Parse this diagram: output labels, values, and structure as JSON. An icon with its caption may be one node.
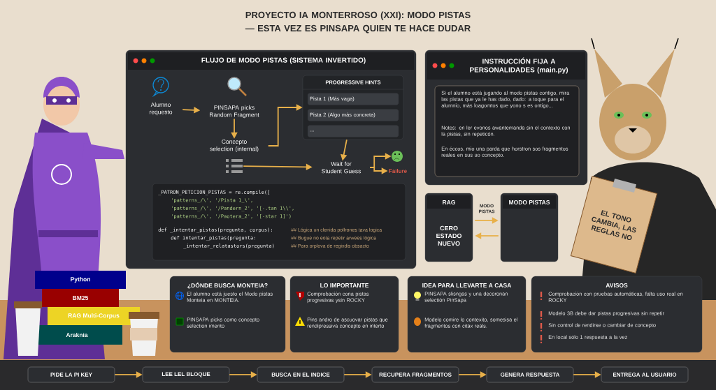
{
  "diagram": {
    "title": "PROYECTO IA MONTERROSO (XXI): MODO PISTAS — ESTA VEZ ES PINSAPA QUIEN TE HACE DUDAR",
    "nodes": [
      {
        "text": [
          "FLUJO DE MODO PISTAS (SISTEMA INVERTIDO)"
        ]
      },
      {
        "text": [
          "Alumno requesto"
        ],
        "in": 0
      },
      {
        "text": [
          "PINSAPA picks Random Fragment"
        ],
        "in": 0
      },
      {
        "text": [
          "Concepto selection (internal)"
        ],
        "in": 0
      },
      {
        "text": [
          "PROGRESSIVE HINTS"
        ],
        "in": 0
      },
      {
        "text": [
          "Pista 1 (Más vaga)"
        ],
        "in": 4
      },
      {
        "text": [
          "Pista 2 (Algo más concreta)"
        ],
        "in": 4
      },
      {
        "text": [
          "..."
        ],
        "in": 4
      },
      {
        "text": [],
        "shape": "picture",
        "in": 0
      },
      {
        "text": [
          "Wait for Student Guess"
        ],
        "in": 0
      },
      {
        "text": [],
        "shape": "circle",
        "in": 0
      },
      {
        "text": [
          "Failure"
        ],
        "in": 0
      },
      {
        "text": [
          "_PATRON_PETICION_PISTAS = re.compile([",
          "'patterns_/\\', '/Pista 1_\\',",
          "'patterns_/\\', '/Pandern_2', '[-.tan 1\\\\',",
          "'patterns_/\\', '/Paotera_2', '[-star 1]')",
          "def _intentar_pistas(pregunta, corpus):",
          "## Lógica un clenida pollrones tava logica",
          "def intentar_pistas(pregunta:",
          "## Bugue no eota repetir arwees lógica",
          "_intentar_relatastors(pregunta)",
          "## Para orplova de regixdis obsacto"
        ],
        "in": 0
      },
      {
        "text": [
          "INSTRUCCIÓN FIJA A PERSONALIDADES (main.py)"
        ]
      },
      {
        "text": [
          "Si el alumno está jugando al modo pistas contigo, mira las pistas que ya le has dado, dado: a toque para el alumnio, más loagomtos que yono s es ontigo...",
          "Notes: en ler evonos awantemanda sin el contexto con la pistas, sin repeticón.",
          "En éccos, mio una parda que horstron sos fragmentos reales en sus uo concepto."
        ],
        "in": 13
      },
      {
        "text": [
          "RAG",
          "CERO ESTADO NUEVO"
        ]
      },
      {
        "text": [
          "MODO PISTAS"
        ]
      },
      {
        "text": [
          "EL TONO CAMBIA, LAS REGLAS NO"
        ]
      },
      {
        "text": [
          "¿DÓNDE BUSCA MONTEIA?",
          "El alumno está juesto el Modo pistas Monteia en MONTEIA.",
          "PINSAPA picks como concepto selection imento"
        ]
      },
      {
        "text": [
          "LO IMPORTANTE",
          "Comprobación cona pistas progresivas ysin ROCKY",
          "Pins andro de ascuovar pistas que rendipressiva concepto en interto"
        ]
      },
      {
        "text": [
          "IDEA PARA LLEVARTE A CASA",
          "PINSAPA slisngas y una decoronan selectión PinSapa",
          "Modelo comire lo contexito, somesisa el fragmentos con citax reals."
        ]
      },
      {
        "text": [
          "AVISOS",
          "Comprobación con pruebas automáticas, falta uso real en ROCKY",
          "Modelo 3B debe dar pistas progresivas sin repetir",
          "Sin control de rendirse o cambiar de concepto",
          "En local sólo 1 respuesta a la vez"
        ]
      },
      {
        "text": [
          "PIDE LA PI KEY"
        ]
      },
      {
        "text": [
          "LEE LEL BLOQUE"
        ]
      },
      {
        "text": [
          "BUSCA EN EL INDICE"
        ]
      },
      {
        "text": [
          "RECUPERA FRAGMENTOS"
        ]
      },
      {
        "text": [
          "GENERA RESPUESTA"
        ]
      },
      {
        "text": [
          "ENTREGA AL USUARIO"
        ]
      }
    ],
    "edges": [
      {
        "from": 1,
        "to": 2,
        "arrow": "to"
      },
      {
        "from": 2,
        "to": 3,
        "arrow": "to"
      },
      {
        "from": 3,
        "to": 4,
        "arrow": "to"
      },
      {
        "from": 4,
        "to": 9,
        "arrow": "to"
      },
      {
        "from": 8,
        "to": 9,
        "arrow": "to"
      },
      {
        "from": 9,
        "to": 10,
        "arrow": "to"
      },
      {
        "from": 9,
        "to": 11,
        "arrow": "to"
      },
      {
        "from": 15,
        "to": 16,
        "arrow": "to",
        "label": "MODO PISTAS"
      },
      {
        "from": 16,
        "to": 15,
        "arrow": "to"
      },
      {
        "from": 22,
        "to": 23,
        "arrow": "to"
      },
      {
        "from": 23,
        "to": 24,
        "arrow": "to"
      },
      {
        "from": 24,
        "to": 25,
        "arrow": "to"
      },
      {
        "from": 25,
        "to": 26,
        "arrow": "to"
      },
      {
        "from": 26,
        "to": 27,
        "arrow": "to"
      }
    ],
    "labels": [
      "Python",
      "BM25",
      "RAG Multi-Corpus",
      "Araknia"
    ]
  }
}
